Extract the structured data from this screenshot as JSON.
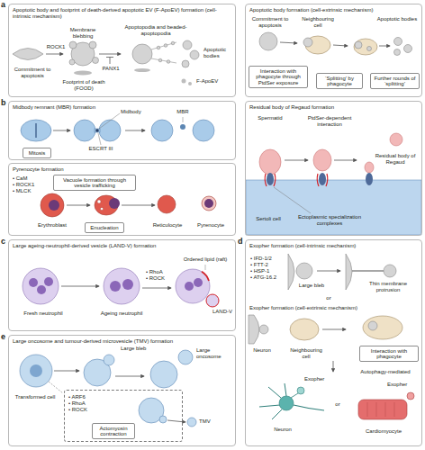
{
  "diagram": {
    "nodes": [
      {
        "text": [
          "Apoptotic body and footprint of death-derived apoptotic EV (F-ApoEV) formation (cell-intrinsic mechanism)"
        ]
      },
      {
        "text": [
          "Apoptotic body formation (cell-extrinsic mechanism)"
        ]
      },
      {
        "text": [
          "Interaction with phagocyte through PtdSer exposure"
        ],
        "in": 1
      },
      {
        "text": [
          "‘Splitting’ by phagocyte"
        ],
        "in": 1
      },
      {
        "text": [
          "Further rounds of ‘splitting’"
        ],
        "in": 1
      },
      {
        "text": [
          "Midbody remnant (MBR) formation"
        ]
      },
      {
        "text": [
          "Mitosis"
        ],
        "in": 5
      },
      {
        "text": [
          "Residual body of Regaud formation"
        ]
      },
      {
        "text": [
          "Pyrenocyte formation"
        ]
      },
      {
        "text": [
          "Vacuole formation through vesicle trafficking"
        ],
        "in": 8
      },
      {
        "text": [
          "Enucleation"
        ],
        "in": 8
      },
      {
        "text": [
          "Large ageing-neutrophil-derived vesicle (LAND-V) formation"
        ]
      },
      {
        "text": [
          "Exopher formation (cell-intrinsic mechanism)",
          "Exopher formation (cell-extrinsic mechanism)"
        ]
      },
      {
        "text": [
          "Interaction with phagocyte"
        ],
        "in": 12
      },
      {
        "text": [
          "Large oncosome and tumour-derived microvesicle (TMV) formation"
        ]
      },
      {
        "text": [
          "• ARF6",
          "• RhoA",
          "• ROCK"
        ],
        "in": 14
      },
      {
        "text": [
          "Actomyosin contraction"
        ],
        "in": 15
      }
    ],
    "labels": [
      "a",
      "Commitment to apoptosis",
      "ROCK1",
      "Membrane blebbing",
      "Apoptopodia and beaded-apoptopodia",
      "PANX1",
      "Apoptotic bodies",
      "Footprint of death (FOOD)",
      "F-ApoEV",
      "Commitment to apoptosis",
      "Neighbouring cell",
      "Apoptotic bodies",
      "b",
      "Midbody",
      "ESCRT III",
      "MBR",
      "Spermatid",
      "PtdSer-dependent interaction",
      "Residual body of Regaud",
      "Sertoli cell",
      "Ectoplasmic specialization complexes",
      "• CaM",
      "• ROCK1",
      "• MLCK",
      "Erythroblast",
      "Reticulocyte",
      "Pyrenocyte",
      "c",
      "• RhoA",
      "• ROCK",
      "Ordered lipid (raft)",
      "LAND-V",
      "Fresh neutrophil",
      "Ageing neutrophil",
      "d",
      "• IFD-1/2",
      "• FTT-2",
      "• HSP-1",
      "• ATG-16.2",
      "Large bleb",
      "Thin membrane protrusion",
      "or",
      "Neuron",
      "Neighbouring cell",
      "Neuron",
      "Exopher",
      "or",
      "Autophagy-mediated",
      "Exopher",
      "Cardiomyocyte",
      "e",
      "Large bleb",
      "Large oncosome",
      "Transformed cell",
      "TMV"
    ]
  }
}
